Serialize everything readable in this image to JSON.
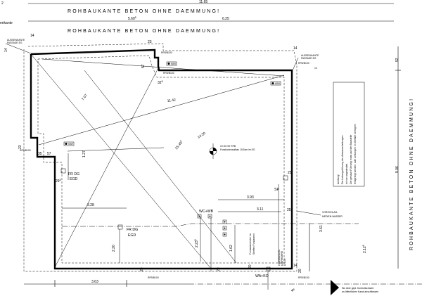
{
  "top_fragment": "2",
  "top_cut_dim": "11.65",
  "left_fragment": "enkante",
  "heading_1": "ROHBAUKANTE BETON OHNE DAEMMUNG!",
  "heading_2": "ROHBAUKANTE BETON OHNE DAEMMUNG!",
  "side_heading": "ROHBAUKANTE BETON OHNE DAEMMUNG!",
  "dims": {
    "top_a": "5.60",
    "top_a_sup": "5",
    "top_b": "6.25",
    "d14_left": "14",
    "d14_right": "14",
    "d23_top": "23",
    "d57": "57",
    "d32": "32",
    "d32_sup": "5",
    "diag_707": "7.07",
    "diag_1142": "11.42",
    "diag_1420": "14.20",
    "diag_1549": "15.49",
    "diag_1549_sup": "5",
    "d23_left": "23",
    "d35": "35",
    "d57_left": "57",
    "d127": "1.27",
    "d29": "29",
    "d29_sup": "5",
    "d25_right": "25",
    "d25_right_b": "25",
    "d393": "3.93",
    "d328": "3.28",
    "d311": "3.11",
    "d220": "2.20",
    "d223": "2.23",
    "d223_sup": "5",
    "d162": "1.62",
    "d363": "3.63",
    "d20_a": "20",
    "d20_b": "20",
    "d20_c": "20",
    "d20_d": "20",
    "d4": "4",
    "d4_sup": "5",
    "d14_right_bottom": "14",
    "right_92": "92",
    "right_906": "9.06",
    "right_361": "3.61",
    "right_212": "2.12",
    "right_212_sup": "5",
    "d13": "13",
    "d14_left_b": "14"
  },
  "labels": {
    "fassade_left_1": "AUSSENKANTE",
    "fassade_left_2": "FASSADE EG",
    "fassade_right_1": "AUSSENKANTE",
    "fassade_right_2": "FASSADE EG",
    "level_1": "±0.00 OK RFB",
    "level_2": "Fussbodenaufbau 15,5cm im EG",
    "fr_dg_1": "FR DG",
    "eg_1": "EGD",
    "fr_dg_2": "FR DG",
    "eg_2": "EGD",
    "sp": "SP",
    "wc_wb": "WC+WB",
    "wa_ko": "WA+KO",
    "vorschlag_1": "VORSCHLAG-",
    "vorschlag_2": "MEDIEN-WASSER",
    "tag_1": "KBR",
    "tag_2": "KBR",
    "tag_3": "KBR",
    "small_ref": "RFB/B100",
    "fundament_1": "Fundamenterder im",
    "fundament_2": "Streifen Fundament",
    "anschluss_1": "HAUSANSCHL.",
    "anschluss_2": "LEERROHRE",
    "anschluss_3": "DN100",
    "footer_1": "Wo über gepl. Kontrollschacht",
    "footer_2": "an öffentlichen Kanal anschliessen"
  },
  "note_box": [
    "Achtung!",
    "Die Leitungsführung der Abwasserleitungen",
    "ist nur angedeutet.",
    "Die genaue Führung muss auf der Baustelle",
    "festgelegt werden. Alle Leitungen im Gefälle verlegen!"
  ]
}
